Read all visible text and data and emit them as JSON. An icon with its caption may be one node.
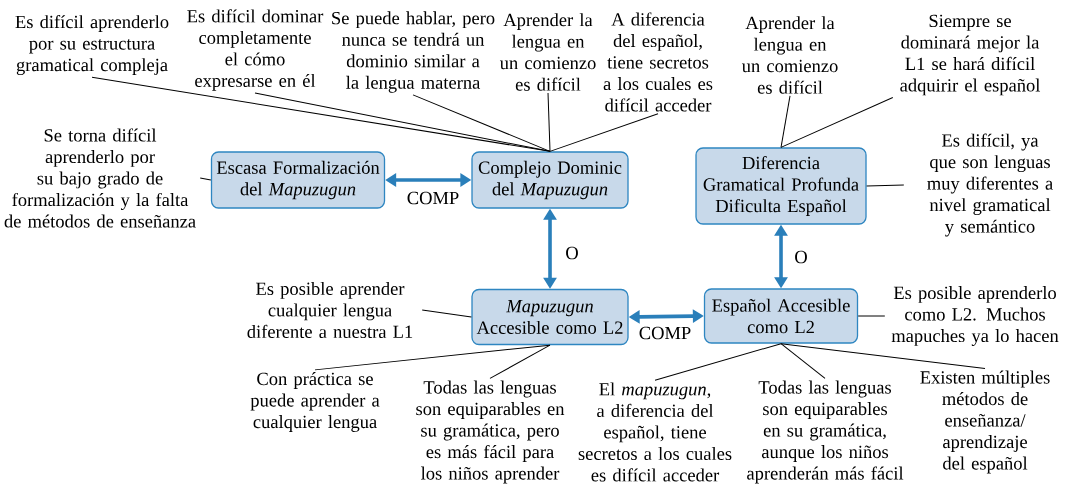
{
  "diagram": {
    "nodes": [
      {
        "text": [
          "Escasa Formalización del *Mapuzugun*"
        ]
      },
      {
        "text": [
          "Complejo Dominic del *Mapuzugun*"
        ]
      },
      {
        "text": [
          "Diferencia Gramatical Profunda Dificulta Español"
        ]
      },
      {
        "text": [
          "*Mapuzugun* Accesible como L2"
        ]
      },
      {
        "text": [
          "Español Accesible como L2"
        ]
      },
      {
        "text": [
          "Es difícil aprenderlo por su estructura gramatical compleja"
        ]
      },
      {
        "text": [
          "Es difícil dominar completamente el cómo expresarse en él"
        ]
      },
      {
        "text": [
          "Se puede hablar, pero nunca se tendrá un dominio similar a la lengua materna"
        ]
      },
      {
        "text": [
          "Aprender la lengua en un comienzo es difícil"
        ]
      },
      {
        "text": [
          "A diferencia del español, tiene secretos a los cuales es difícil acceder"
        ]
      },
      {
        "text": [
          "Aprender la lengua en un comienzo es difícil"
        ]
      },
      {
        "text": [
          "Siempre se dominará mejor la L1 se hará difícil adquirir el español"
        ]
      },
      {
        "text": [
          "Se torna difícil aprenderlo por su bajo grado de formalización y la falta de métodos de enseñanza"
        ]
      },
      {
        "text": [
          "Es difícil, ya que son lenguas muy diferentes a nivel gramatical y semántico"
        ]
      },
      {
        "text": [
          "Es posible aprender cualquier lengua diferente a nuestra L1"
        ]
      },
      {
        "text": [
          "Es posible aprenderlo como L2. Muchos mapuches ya lo hacen"
        ]
      },
      {
        "text": [
          "Con práctica se puede aprender a cualquier lengua"
        ]
      },
      {
        "text": [
          "Todas las lenguas son equiparables en su gramática, pero es más fácil para los niños aprender"
        ]
      },
      {
        "text": [
          "El *mapuzugun*, a diferencia del español, tiene secretos a los cuales es difícil acceder"
        ]
      },
      {
        "text": [
          "Todas las lenguas son equiparables en su gramática, aunque los niños aprenderán más fácil"
        ]
      },
      {
        "text": [
          "Existen múltiples métodos de enseñanza/ aprendizaje del español"
        ]
      }
    ],
    "edges": [
      {
        "from": 0,
        "to": 1,
        "arrow": "both",
        "label": "COMP",
        "style": "thick",
        "color": "#2a7fba"
      },
      {
        "from": 1,
        "to": 3,
        "arrow": "both",
        "label": "O",
        "style": "thick",
        "color": "#2a7fba"
      },
      {
        "from": 2,
        "to": 4,
        "arrow": "both",
        "label": "O",
        "style": "thick",
        "color": "#2a7fba"
      },
      {
        "from": 3,
        "to": 4,
        "arrow": "both",
        "label": "COMP",
        "style": "thick",
        "color": "#2a7fba"
      },
      {
        "from": 5,
        "to": 1,
        "arrow": "none"
      },
      {
        "from": 6,
        "to": 1,
        "arrow": "none"
      },
      {
        "from": 7,
        "to": 1,
        "arrow": "none"
      },
      {
        "from": 8,
        "to": 1,
        "arrow": "none"
      },
      {
        "from": 9,
        "to": 1,
        "arrow": "none"
      },
      {
        "from": 10,
        "to": 2,
        "arrow": "none"
      },
      {
        "from": 11,
        "to": 2,
        "arrow": "none"
      },
      {
        "from": 12,
        "to": 0,
        "arrow": "none"
      },
      {
        "from": 13,
        "to": 2,
        "arrow": "none"
      },
      {
        "from": 14,
        "to": 3,
        "arrow": "none"
      },
      {
        "from": 15,
        "to": 4,
        "arrow": "none"
      },
      {
        "from": 16,
        "to": 3,
        "arrow": "none"
      },
      {
        "from": 17,
        "to": 3,
        "arrow": "none"
      },
      {
        "from": 18,
        "to": 4,
        "arrow": "none"
      },
      {
        "from": 19,
        "to": 4,
        "arrow": "none"
      },
      {
        "from": 20,
        "to": 4,
        "arrow": "none"
      }
    ]
  }
}
